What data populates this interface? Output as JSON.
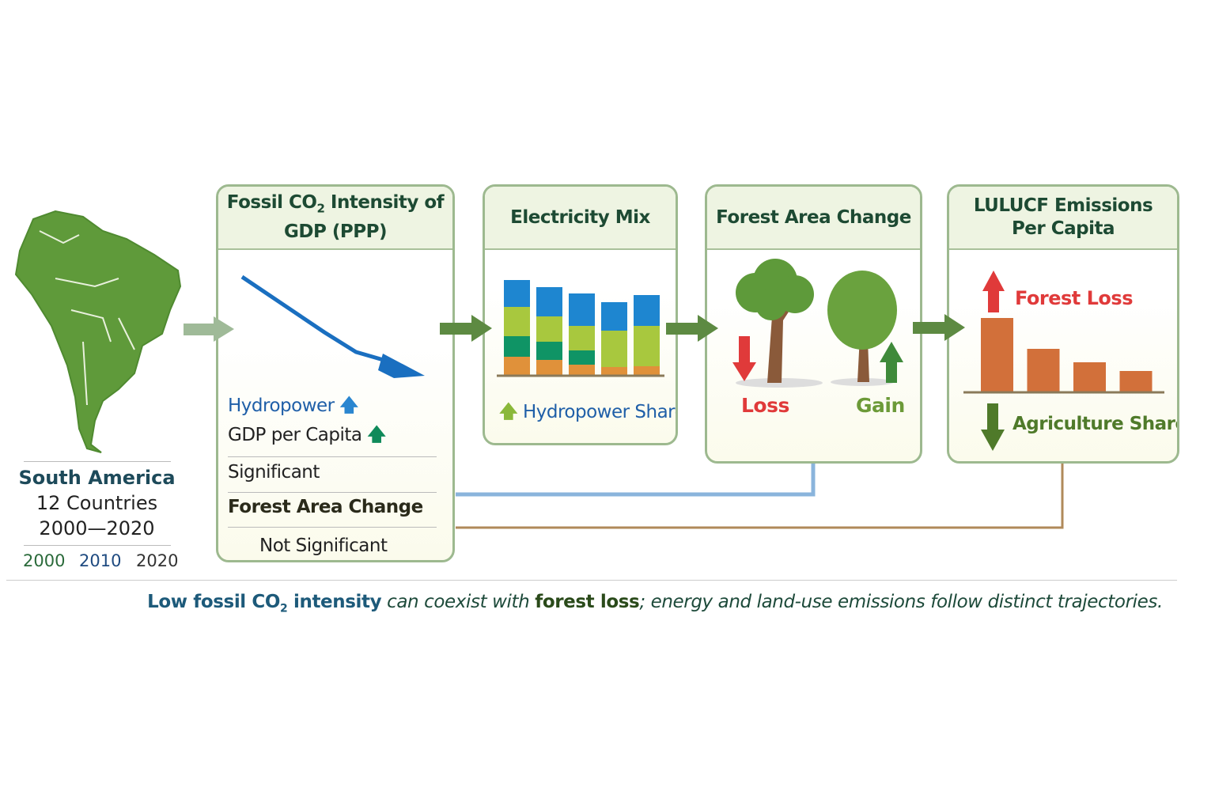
{
  "region": {
    "name": "South America",
    "countries": "12 Countries",
    "period": "2000—2020",
    "years": [
      "2000",
      "2010",
      "2020"
    ]
  },
  "panels": {
    "fossil": {
      "title_pre": "Fossil CO",
      "title_sub": "2",
      "title_post": " Intensity of",
      "title_line2": "GDP (PPP)",
      "drivers": [
        {
          "label": "Hydropower",
          "icon": "arrow-up-icon",
          "color": "#2a86d0"
        },
        {
          "label": "GDP per Capita",
          "icon": "arrow-up-icon",
          "color": "#0f8a5a"
        }
      ],
      "significant_label": "Significant",
      "forest_label": "Forest Area Change",
      "not_significant_label": "Not Significant"
    },
    "electricity": {
      "title": "Electricity Mix",
      "note": "Hydropower Share",
      "bars": [
        [
          24,
          26,
          37,
          34
        ],
        [
          20,
          23,
          32,
          37
        ],
        [
          14,
          18,
          31,
          41
        ],
        [
          11,
          0,
          46,
          36
        ],
        [
          12,
          0,
          51,
          39
        ]
      ],
      "segment_colors": [
        "#e0913a",
        "#0f9465",
        "#a8c83e",
        "#1e86d0"
      ]
    },
    "forest": {
      "title": "Forest Area Change",
      "loss_label": "Loss",
      "gain_label": "Gain"
    },
    "lulucf": {
      "title_line1": "LULUCF Emissions",
      "title_line2": "Per Capita",
      "up_label": "Forest Loss",
      "down_label": "Agriculture Share",
      "bars": [
        94,
        55,
        38,
        27
      ],
      "bar_color": "#d2703a"
    }
  },
  "caption": {
    "p1": "Low fossil CO",
    "p1sub": "2",
    "p2": " intensity",
    "p3": " can coexist with ",
    "p4": "forest loss",
    "p5": "; energy and land-use emissions follow distinct trajectories."
  }
}
